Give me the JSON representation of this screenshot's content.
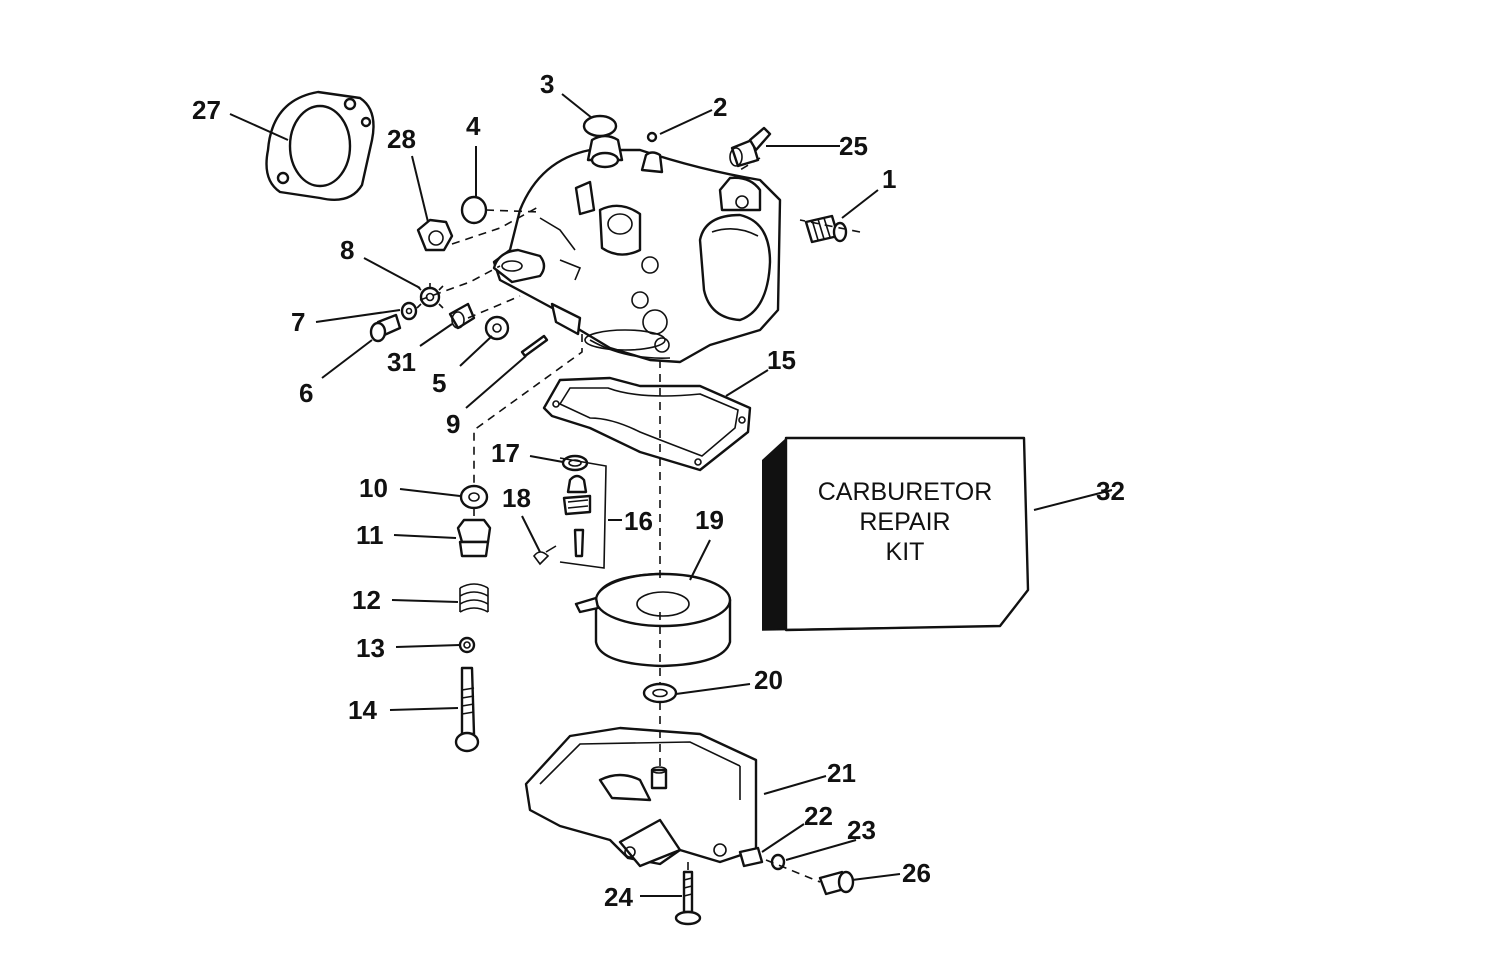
{
  "labels": {
    "l1": "1",
    "l2": "2",
    "l3": "3",
    "l4": "4",
    "l5": "5",
    "l6": "6",
    "l7": "7",
    "l8": "8",
    "l9": "9",
    "l10": "10",
    "l11": "11",
    "l12": "12",
    "l13": "13",
    "l14": "14",
    "l15": "15",
    "l16": "16",
    "l17": "17",
    "l18": "18",
    "l19": "19",
    "l20": "20",
    "l21": "21",
    "l22": "22",
    "l23": "23",
    "l24": "24",
    "l25": "25",
    "l26": "26",
    "l27": "27",
    "l28": "28",
    "l31": "31",
    "l32": "32"
  },
  "kit": {
    "line1": "CARBURETOR",
    "line2": "REPAIR",
    "line3": "KIT"
  }
}
